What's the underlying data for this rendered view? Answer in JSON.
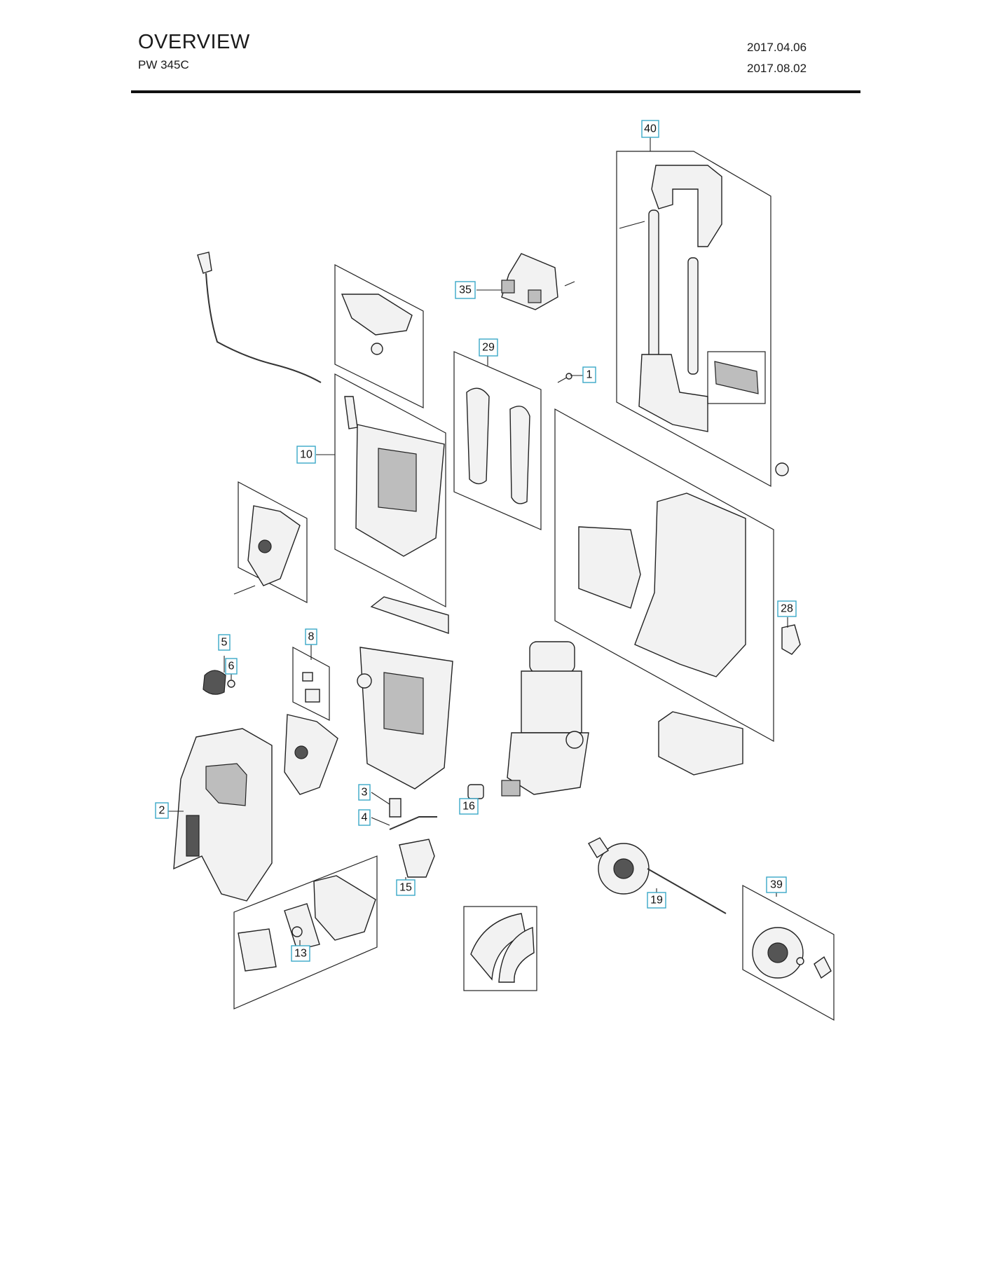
{
  "header": {
    "title": "OVERVIEW",
    "model": "PW 345C",
    "date_1": "2017.04.06",
    "date_2": "2017.08.02"
  },
  "callouts": [
    {
      "id": "40",
      "label": "40"
    },
    {
      "id": "35",
      "label": "35"
    },
    {
      "id": "29",
      "label": "29"
    },
    {
      "id": "1",
      "label": "1"
    },
    {
      "id": "10",
      "label": "10"
    },
    {
      "id": "28",
      "label": "28"
    },
    {
      "id": "5",
      "label": "5"
    },
    {
      "id": "6",
      "label": "6"
    },
    {
      "id": "8",
      "label": "8"
    },
    {
      "id": "3",
      "label": "3"
    },
    {
      "id": "4",
      "label": "4"
    },
    {
      "id": "16",
      "label": "16"
    },
    {
      "id": "2",
      "label": "2"
    },
    {
      "id": "15",
      "label": "15"
    },
    {
      "id": "19",
      "label": "19"
    },
    {
      "id": "39",
      "label": "39"
    },
    {
      "id": "13",
      "label": "13"
    }
  ],
  "colors": {
    "callout_border": "#3aa8c8",
    "ink": "#222222"
  }
}
